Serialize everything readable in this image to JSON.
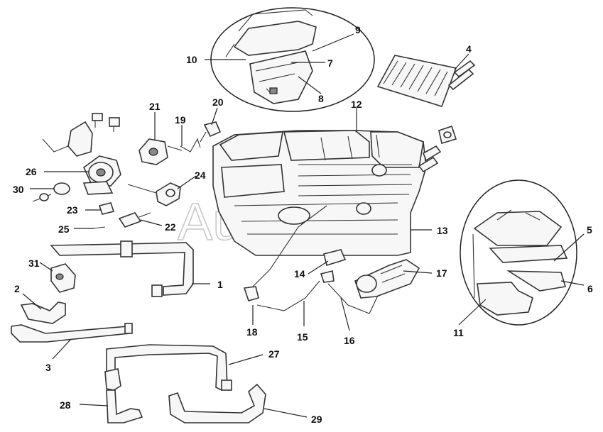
{
  "diagram": {
    "watermark": "AutoSoft",
    "callouts": [
      {
        "id": "c1",
        "label": "1"
      },
      {
        "id": "c2",
        "label": "2"
      },
      {
        "id": "c3",
        "label": "3"
      },
      {
        "id": "c4",
        "label": "4"
      },
      {
        "id": "c5",
        "label": "5"
      },
      {
        "id": "c6",
        "label": "6"
      },
      {
        "id": "c7",
        "label": "7"
      },
      {
        "id": "c8",
        "label": "8"
      },
      {
        "id": "c9",
        "label": "9"
      },
      {
        "id": "c10",
        "label": "10"
      },
      {
        "id": "c11",
        "label": "11"
      },
      {
        "id": "c12",
        "label": "12"
      },
      {
        "id": "c13",
        "label": "13"
      },
      {
        "id": "c14",
        "label": "14"
      },
      {
        "id": "c15",
        "label": "15"
      },
      {
        "id": "c16",
        "label": "16"
      },
      {
        "id": "c17",
        "label": "17"
      },
      {
        "id": "c18",
        "label": "18"
      },
      {
        "id": "c19",
        "label": "19"
      },
      {
        "id": "c20",
        "label": "20"
      },
      {
        "id": "c21",
        "label": "21"
      },
      {
        "id": "c22",
        "label": "22"
      },
      {
        "id": "c23",
        "label": "23"
      },
      {
        "id": "c24",
        "label": "24"
      },
      {
        "id": "c25",
        "label": "25"
      },
      {
        "id": "c26",
        "label": "26"
      },
      {
        "id": "c27",
        "label": "27"
      },
      {
        "id": "c28",
        "label": "28"
      },
      {
        "id": "c29",
        "label": "29"
      },
      {
        "id": "c30",
        "label": "30"
      },
      {
        "id": "c31",
        "label": "31"
      }
    ]
  }
}
